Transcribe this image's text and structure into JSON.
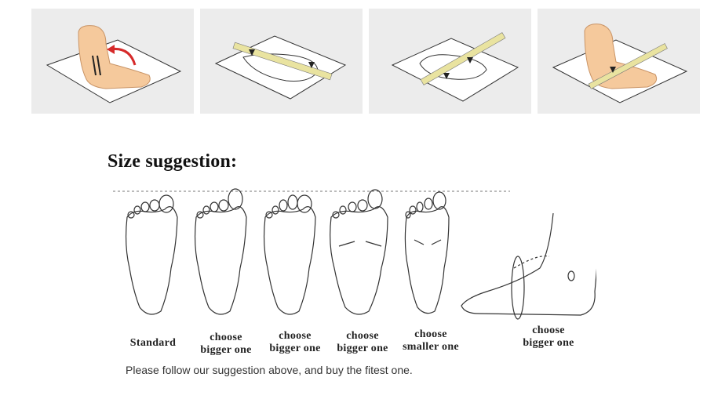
{
  "title": "Size suggestion:",
  "labels": {
    "standard": "Standard",
    "bigger1_line1": "choose",
    "bigger1_line2": "bigger one",
    "bigger2_line1": "choose",
    "bigger2_line2": "bigger one",
    "bigger3_line1": "choose",
    "bigger3_line2": "bigger one",
    "smaller_line1": "choose",
    "smaller_line2": "smaller one",
    "side_line1": "choose",
    "side_line2": "bigger one"
  },
  "footer": "Please follow our suggestion above, and buy the fitest one.",
  "colors": {
    "panel_bg": "#ececec",
    "skin": "#f5c99c",
    "ruler": "#e9e3a0",
    "arrow": "#d62a2a"
  }
}
